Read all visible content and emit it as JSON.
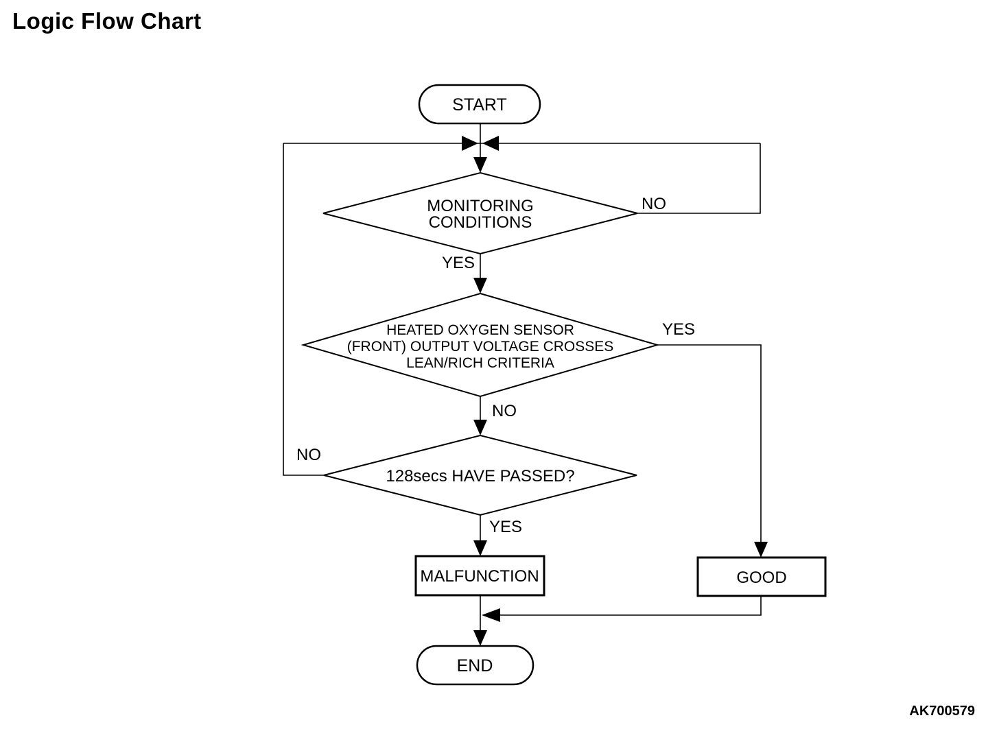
{
  "page": {
    "background": "#ffffff",
    "ink": "#000000"
  },
  "title": "Logic Flow Chart",
  "figure_code": "AK700579",
  "flowchart": {
    "start_label": "START",
    "end_label": "END",
    "decisions": [
      {
        "lines": [
          "MONITORING",
          "CONDITIONS"
        ],
        "yes_label": "YES",
        "no_label": "NO"
      },
      {
        "lines": [
          "HEATED OXYGEN SENSOR",
          "(FRONT) OUTPUT VOLTAGE CROSSES",
          "LEAN/RICH CRITERIA"
        ],
        "yes_label": "YES",
        "no_label": "NO"
      },
      {
        "lines": [
          "128secs HAVE PASSED?"
        ],
        "yes_label": "YES",
        "no_label": "NO"
      }
    ],
    "outcomes": [
      {
        "label": "MALFUNCTION"
      },
      {
        "label": "GOOD"
      }
    ]
  }
}
